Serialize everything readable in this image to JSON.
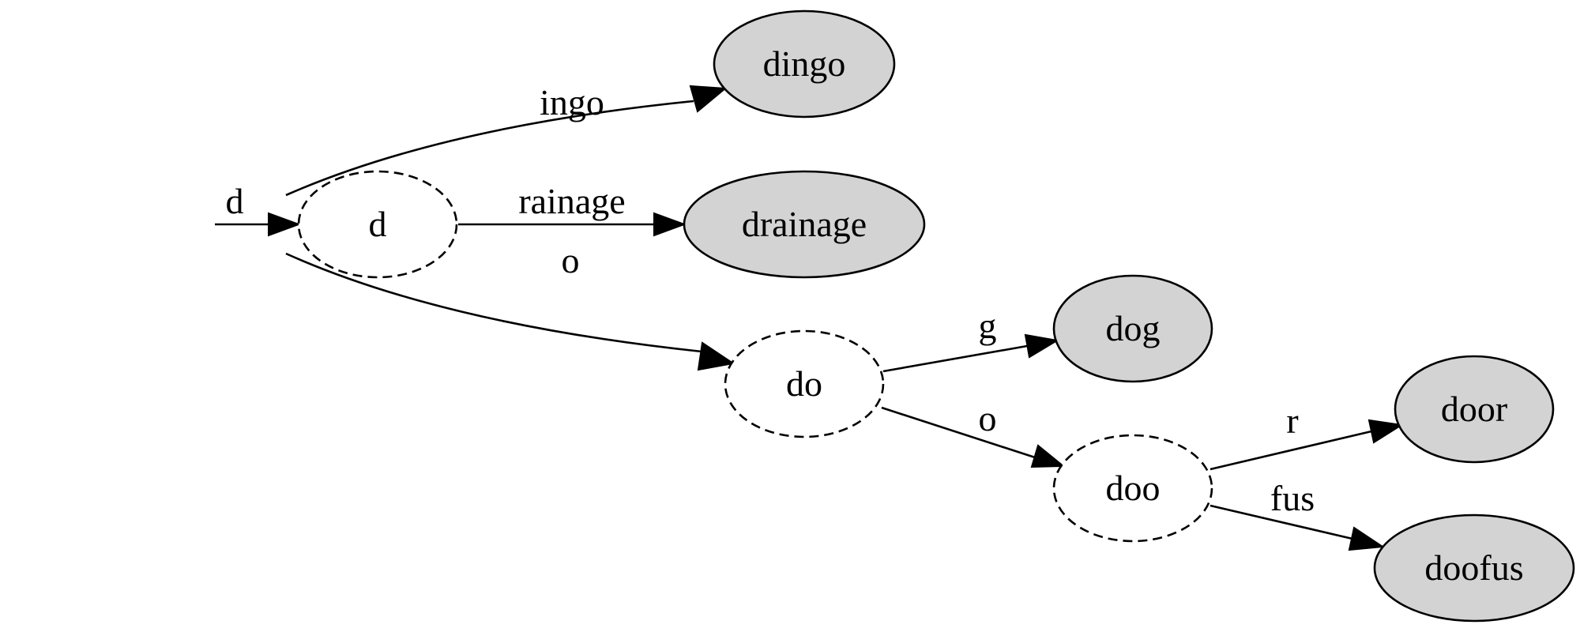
{
  "diagram": {
    "nodes": {
      "root": "",
      "d": "d",
      "dingo": "dingo",
      "drainage": "drainage",
      "do": "do",
      "dog": "dog",
      "doo": "doo",
      "door": "door",
      "doofus": "doofus"
    },
    "edges": {
      "root_d": "d",
      "d_dingo": "ingo",
      "d_drainage": "rainage",
      "d_do": "o",
      "do_dog": "g",
      "do_doo": "o",
      "doo_door": "r",
      "doo_doofus": "fus"
    },
    "colors": {
      "leaf_fill": "#d3d3d3",
      "intermediate_fill": "#ffffff",
      "stroke": "#000000"
    }
  }
}
